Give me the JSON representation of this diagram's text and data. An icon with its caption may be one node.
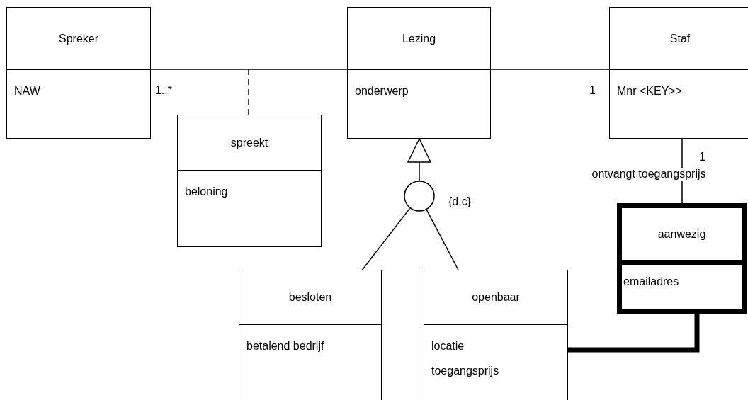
{
  "diagram": {
    "nodes": [
      {
        "text": [
          "Spreker",
          "NAW"
        ]
      },
      {
        "text": [
          "Lezing",
          "onderwerp"
        ]
      },
      {
        "text": [
          "Staf",
          "Mnr <KEY>>"
        ]
      },
      {
        "text": [
          "spreekt",
          "beloning"
        ]
      },
      {
        "text": [],
        "shape": "circle"
      },
      {
        "text": [
          "besloten",
          "betalend bedrijf"
        ]
      },
      {
        "text": [
          "openbaar",
          "locatie",
          "toegangsprijs"
        ]
      },
      {
        "text": [
          "aanwezig",
          "emailadres"
        ]
      }
    ],
    "edges": [
      {
        "from": 0,
        "to": 1,
        "arrow": "none"
      },
      {
        "from": 3,
        "to": null,
        "arrow": "none",
        "style": "dashed"
      },
      {
        "from": 1,
        "to": 2,
        "arrow": "none"
      },
      {
        "from": 4,
        "to": 1,
        "arrow": "to"
      },
      {
        "from": 4,
        "to": 5,
        "arrow": "none"
      },
      {
        "from": 4,
        "to": 6,
        "arrow": "none"
      },
      {
        "from": 2,
        "to": 7,
        "arrow": "none",
        "label": "ontvangt toegangsprijs"
      },
      {
        "from": 7,
        "to": 6,
        "arrow": "none",
        "style": "thick"
      }
    ],
    "labels": [
      "1..*",
      "1",
      "1",
      "{d,c}"
    ]
  }
}
